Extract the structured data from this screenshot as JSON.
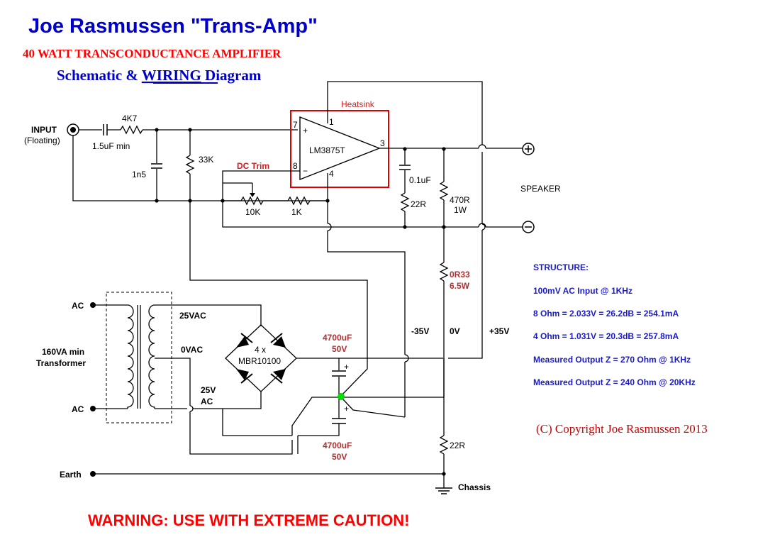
{
  "title": {
    "name": "Joe Rasmussen",
    "product": "\"Trans-Amp\"",
    "subtitle": "40 WATT TRANSCONDUCTANCE AMPLIFIER",
    "diagram_prefix": "Schematic & ",
    "diagram_underlined": "WIRING",
    "diagram_suffix": " Diagram"
  },
  "input": {
    "label": "INPUT",
    "note": "(Floating)",
    "cap": "1.5uF min",
    "res": "4K7",
    "shunt_cap": "1n5",
    "shunt_res": "33K"
  },
  "amp": {
    "heatsink": "Heatsink",
    "ic": "LM3875T",
    "pin_plus_num": "7",
    "pin_minus_num": "8",
    "pin_out_num": "3",
    "pin_vplus_num": "1",
    "pin_vminus_num": "4",
    "plus_sign": "+",
    "minus_sign": "−"
  },
  "trim": {
    "label": "DC Trim",
    "pot": "10K",
    "res": "1K"
  },
  "output": {
    "zobel_cap": "0.1uF",
    "zobel_res": "22R",
    "shunt_res": "470R",
    "shunt_power": "1W",
    "sense_res": "0R33",
    "sense_power": "6.5W",
    "speaker": "SPEAKER"
  },
  "power": {
    "ac_top": "AC",
    "ac_bottom": "AC",
    "transformer_rating": "160VA min",
    "transformer_label": "Transformer",
    "sec_top": "25VAC",
    "sec_ct": "0VAC",
    "sec_bottom_1": "25V",
    "sec_bottom_2": "AC",
    "bridge_count": "4 x",
    "bridge_part": "MBR10100",
    "cap_top_1": "4700uF",
    "cap_top_2": "50V",
    "cap_bottom_1": "4700uF",
    "cap_bottom_2": "50V",
    "rail_neg": "-35V",
    "rail_zero": "0V",
    "rail_pos": "+35V",
    "earth": "Earth",
    "earth_res": "22R",
    "chassis": "Chassis"
  },
  "structure": {
    "heading": "STRUCTURE:",
    "lines": [
      "100mV AC Input @ 1KHz",
      "8 Ohm = 2.033V = 26.2dB = 254.1mA",
      "4 Ohm = 1.031V = 20.3dB = 257.8mA",
      "Measured Output Z = 270 Ohm @ 1KHz",
      "Measured Output Z = 240 Ohm @ 20KHz"
    ]
  },
  "copyright": "(C) Copyright Joe Rasmussen 2013",
  "warning": "WARNING: USE WITH EXTREME CAUTION!",
  "colors": {
    "title_blue": "#0000cc",
    "accent_red": "#ff0000",
    "star_ground": "#00dd00"
  }
}
